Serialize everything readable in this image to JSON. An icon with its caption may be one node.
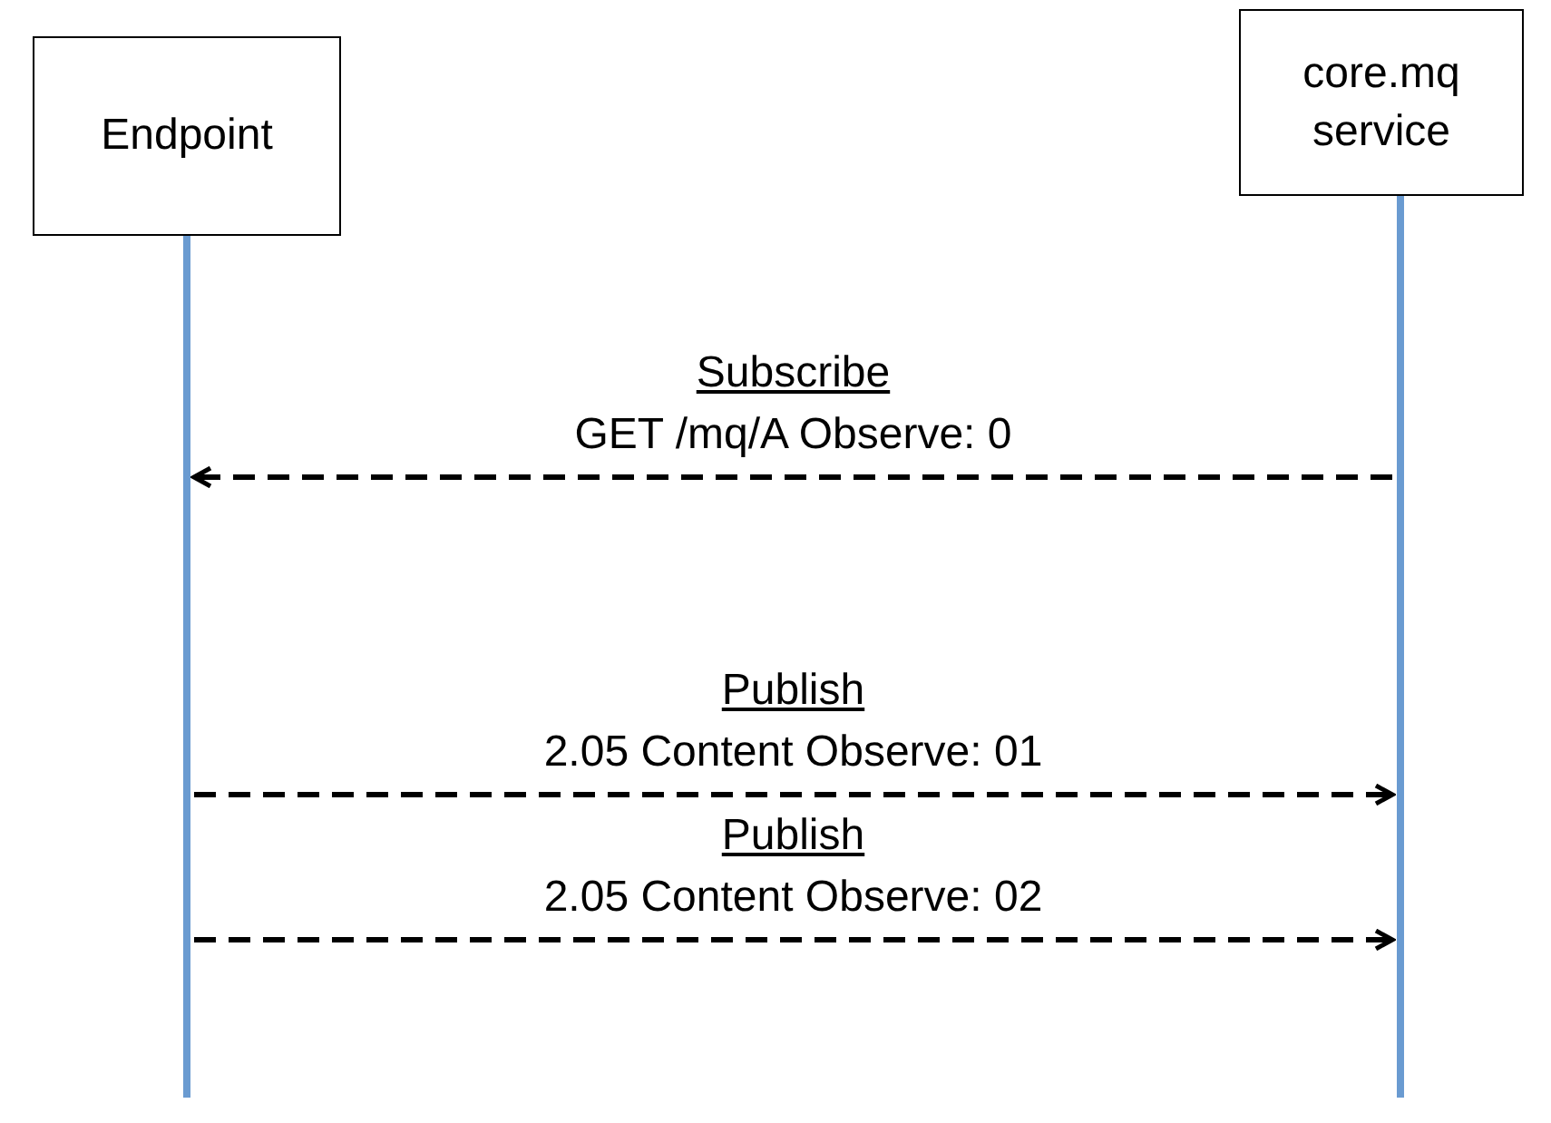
{
  "diagram": {
    "nodes": [
      {
        "text": [
          "Endpoint"
        ]
      },
      {
        "text": [
          "core.mq service"
        ]
      }
    ],
    "edges": [
      {
        "from": 1,
        "to": 0,
        "arrow": "to",
        "label": "Subscribe GET /mq/A Observe: 0",
        "style": "dashed"
      },
      {
        "from": 0,
        "to": 1,
        "arrow": "to",
        "label": "Publish 2.05 Content Observe: 01",
        "style": "dashed"
      },
      {
        "from": 0,
        "to": 1,
        "arrow": "to",
        "label": "Publish 2.05 Content Observe: 02",
        "style": "dashed"
      }
    ]
  }
}
